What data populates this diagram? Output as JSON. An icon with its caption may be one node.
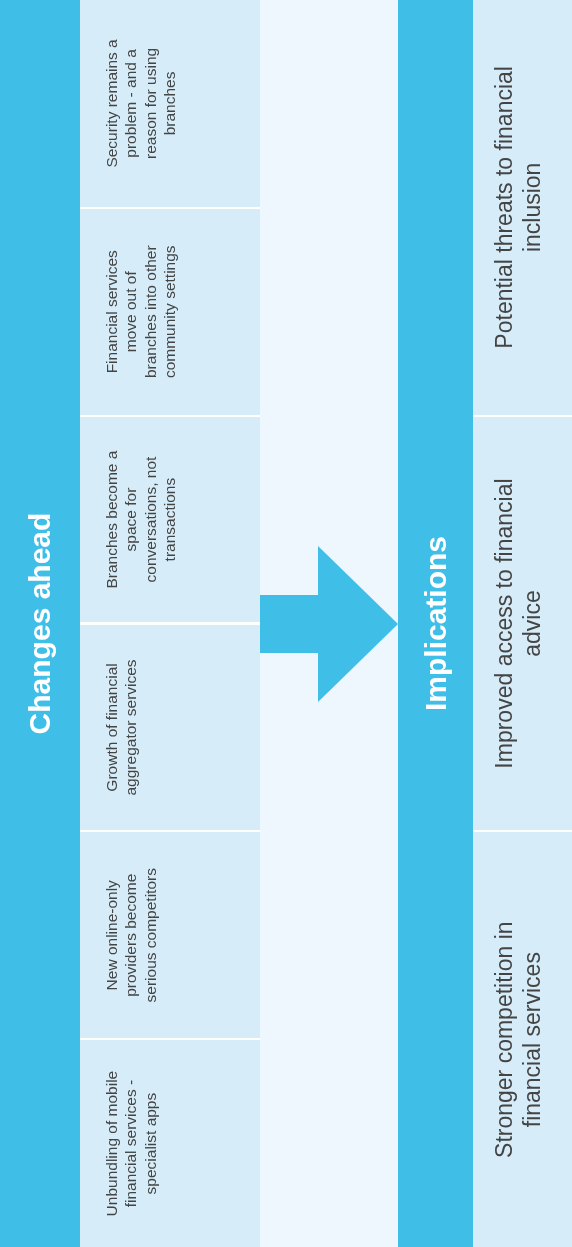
{
  "diagram": {
    "nodes": [
      {
        "text": [
          "Changes ahead"
        ]
      },
      {
        "text": [
          "Unbundling of mobile financial services - specialist apps"
        ],
        "in": 0
      },
      {
        "text": [
          "New online-only providers become serious competitors"
        ],
        "in": 0
      },
      {
        "text": [
          "Growth of financial aggregator services"
        ],
        "in": 0
      },
      {
        "text": [
          "Branches become a space for conversations, not transactions"
        ],
        "in": 0
      },
      {
        "text": [
          "Financial services move out of branches into other community settings"
        ],
        "in": 0
      },
      {
        "text": [
          "Security remains a problem - and a reason for using branches"
        ],
        "in": 0
      },
      {
        "text": [
          "Implications"
        ]
      },
      {
        "text": [
          "Stronger competition in financial services"
        ],
        "in": 7
      },
      {
        "text": [
          "Improved access to financial advice"
        ],
        "in": 7
      },
      {
        "text": [
          "Potential threats to financial inclusion"
        ],
        "in": 7
      }
    ],
    "edges": [
      {
        "from": 0,
        "to": 7,
        "arrow": "to"
      }
    ]
  }
}
